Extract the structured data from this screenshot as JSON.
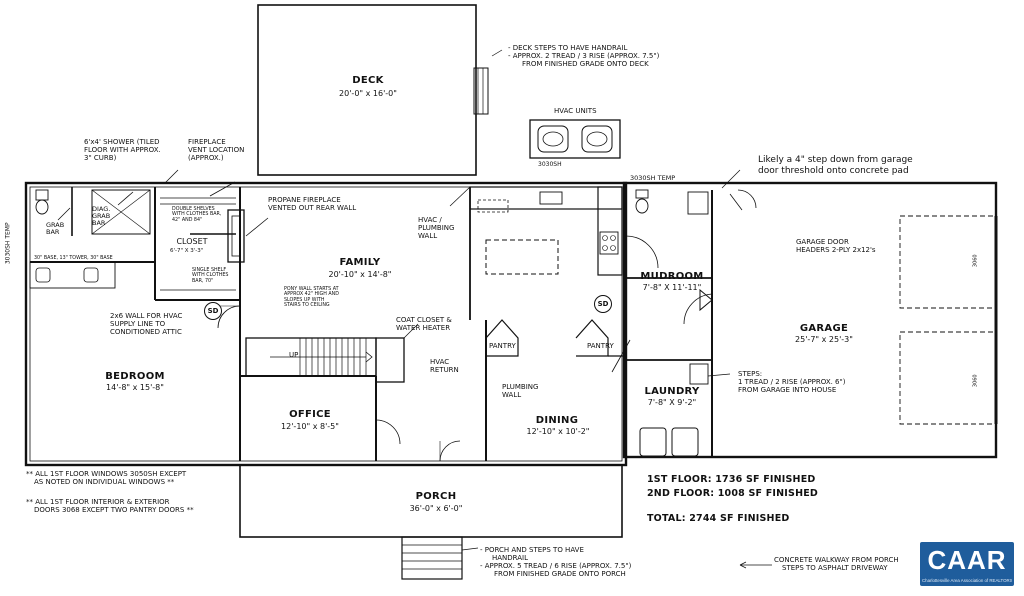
{
  "logo": {
    "text": "CAAR",
    "subtext": "Charlottesville Area Association of REALTORS®"
  },
  "rooms": {
    "deck": {
      "name": "DECK",
      "dims": "20'-0\" x 16'-0\""
    },
    "family": {
      "name": "FAMILY",
      "dims": "20'-10\" x 14'-8\""
    },
    "bedroom": {
      "name": "BEDROOM",
      "dims": "14'-8\" x 15'-8\""
    },
    "office": {
      "name": "OFFICE",
      "dims": "12'-10\" x 8'-5\""
    },
    "dining": {
      "name": "DINING",
      "dims": "12'-10\" x 10'-2\""
    },
    "mudroom": {
      "name": "MUDROOM",
      "dims": "7'-8\" X 11'-11\""
    },
    "laundry": {
      "name": "LAUNDRY",
      "dims": "7'-8\" X 9'-2\""
    },
    "garage": {
      "name": "GARAGE",
      "dims": "25'-7\" x 25'-3\""
    },
    "porch": {
      "name": "PORCH",
      "dims": "36'-0\" x 6'-0\""
    },
    "closet": {
      "name": "CLOSET",
      "dims": "6'-7\" X 3'-3\""
    }
  },
  "labels": {
    "pantry_left": "PANTRY",
    "pantry_right": "PANTRY",
    "hvac_units": "HVAC UNITS",
    "window_3030sh": "3030SH",
    "window_3030sh_temp": "3030SH TEMP",
    "window_left_temp": "3030SH TEMP",
    "grab_bar": "GRAB BAR",
    "diag_grab_bar": "DIAG. GRAB BAR",
    "up": "UP",
    "sd": "SD",
    "hvac_return": "HVAC RETURN",
    "plumbing_wall": "PLUMBING WALL",
    "hvac_plumbing_wall": "HVAC / PLUMBING WALL",
    "coat_closet": "COAT CLOSET & WATER HEATER",
    "double_shelves": "DOUBLE SHELVES WITH CLOTHES BAR, 42\" AND 84\"",
    "single_shelf": "SINGLE SHELF WITH CLOTHES BAR, 70\"",
    "pony_wall": "PONY WALL STARTS AT APPROX 42\" HIGH AND SLOPES UP WITH STAIRS TO CEILING",
    "base_left": "30\" BASE, 13\" TOWER, 30\" BASE",
    "garage_window_1": "3060",
    "garage_window_2": "3060"
  },
  "notes": {
    "deck_steps": [
      "- DECK STEPS TO HAVE HANDRAIL",
      "- APPROX. 2 TREAD / 3 RISE (APPROX. 7.5\")",
      "FROM FINISHED GRADE ONTO DECK"
    ],
    "shower": [
      "6'x4' SHOWER (TILED",
      "FLOOR WITH APPROX.",
      "3\" CURB)"
    ],
    "fireplace_vent": [
      "FIREPLACE",
      "VENT LOCATION",
      "(APPROX.)"
    ],
    "propane_fireplace": [
      "PROPANE FIREPLACE",
      "VENTED OUT REAR WALL"
    ],
    "step_down": [
      "Likely a 4\" step down from garage",
      "door threshold onto concrete pad"
    ],
    "garage_door_headers": [
      "GARAGE DOOR",
      "HEADERS 2-PLY 2x12's"
    ],
    "hvac_supply": [
      "2x6 WALL FOR HVAC",
      "SUPPLY LINE TO",
      "CONDITIONED ATTIC"
    ],
    "garage_steps": [
      "STEPS:",
      "1 TREAD / 2 RISE (APPROX. 6\")",
      "FROM GARAGE INTO HOUSE"
    ],
    "windows_note": [
      "** ALL 1ST FLOOR WINDOWS 3050SH EXCEPT",
      "AS NOTED ON INDIVIDUAL WINDOWS **"
    ],
    "doors_note": [
      "** ALL 1ST FLOOR INTERIOR & EXTERIOR",
      "DOORS 3068 EXCEPT TWO PANTRY DOORS **"
    ],
    "porch_steps": [
      "- PORCH AND STEPS TO HAVE",
      "HANDRAIL",
      "- APPROX. 5 TREAD / 6 RISE (APPROX. 7.5\")",
      "FROM FINISHED GRADE ONTO PORCH"
    ],
    "walkway": [
      "CONCRETE WALKWAY FROM PORCH",
      "STEPS TO ASPHALT DRIVEWAY"
    ]
  },
  "totals": {
    "first_floor": "1ST FLOOR: 1736 SF FINISHED",
    "second_floor": "2ND FLOOR: 1008 SF FINISHED",
    "total": "TOTAL: 2744 SF FINISHED"
  }
}
